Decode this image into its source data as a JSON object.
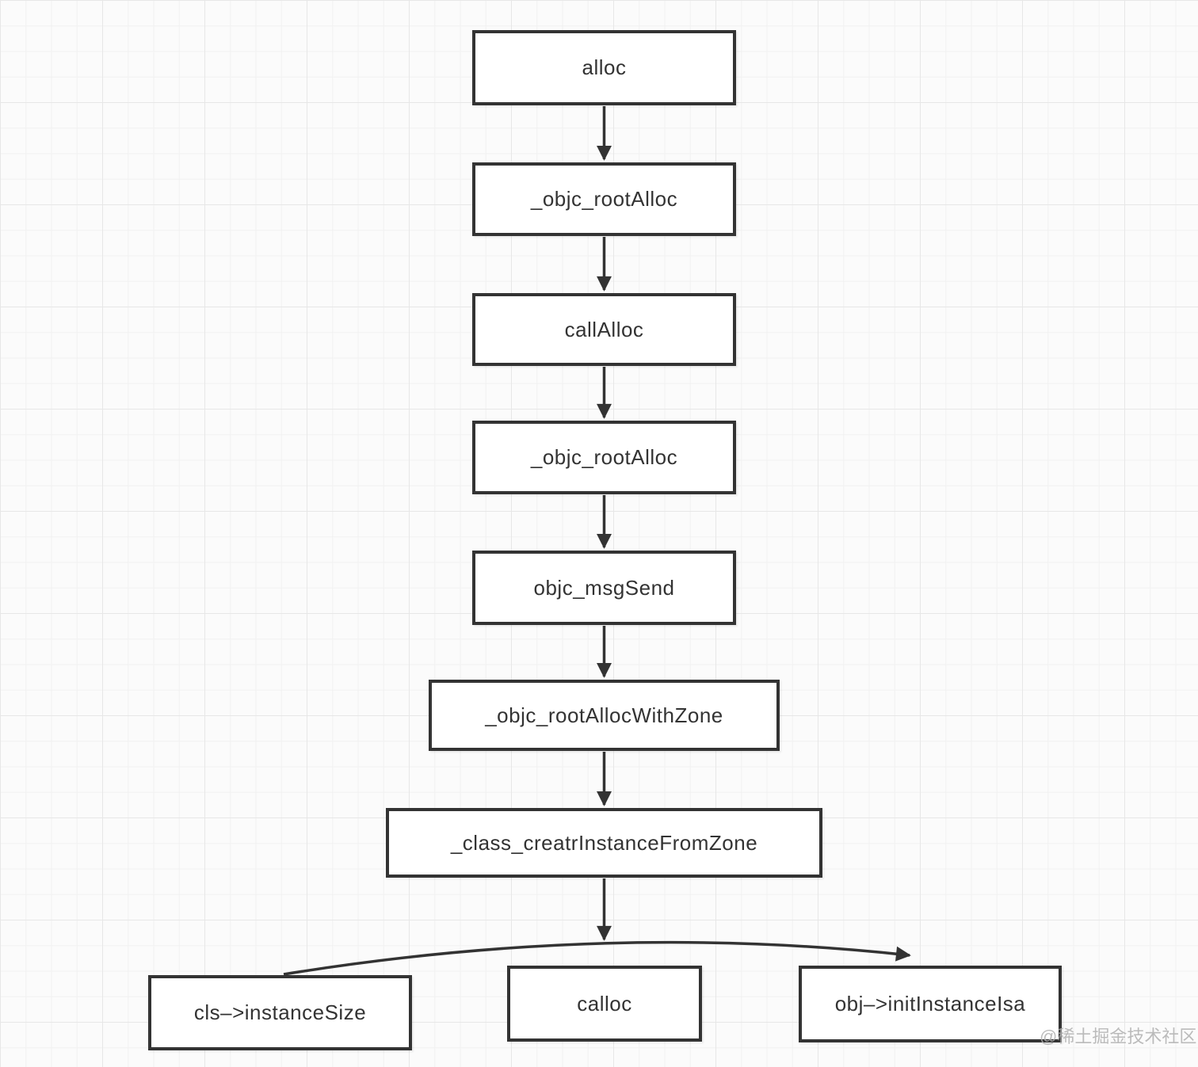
{
  "diagram": {
    "nodes": [
      {
        "id": "alloc",
        "label": "alloc"
      },
      {
        "id": "objc-rootalloc-1",
        "label": "_objc_rootAlloc"
      },
      {
        "id": "callalloc",
        "label": "callAlloc"
      },
      {
        "id": "objc-rootalloc-2",
        "label": "_objc_rootAlloc"
      },
      {
        "id": "objc-msgsend",
        "label": "objc_msgSend"
      },
      {
        "id": "objc-rootallocwithzone",
        "label": "_objc_rootAllocWithZone"
      },
      {
        "id": "class-creatrinstancefromzone",
        "label": "_class_creatrInstanceFromZone"
      },
      {
        "id": "cls-instancesize",
        "label": "cls–>instanceSize"
      },
      {
        "id": "calloc",
        "label": "calloc"
      },
      {
        "id": "obj-initinstanceisa",
        "label": "obj–>initInstanceIsa"
      }
    ],
    "edges": [
      {
        "from": "alloc",
        "to": "objc-rootalloc-1"
      },
      {
        "from": "objc-rootalloc-1",
        "to": "callalloc"
      },
      {
        "from": "callalloc",
        "to": "objc-rootalloc-2"
      },
      {
        "from": "objc-rootalloc-2",
        "to": "objc-msgsend"
      },
      {
        "from": "objc-msgsend",
        "to": "objc-rootallocwithzone"
      },
      {
        "from": "objc-rootallocwithzone",
        "to": "class-creatrinstancefromzone"
      },
      {
        "from": "class-creatrinstancefromzone",
        "to": "cls-instancesize"
      },
      {
        "from": "class-creatrinstancefromzone",
        "to": "calloc"
      },
      {
        "from": "class-creatrinstancefromzone",
        "to": "obj-initinstanceisa"
      }
    ],
    "colors": {
      "node_border": "#333333",
      "node_fill": "#ffffff",
      "text": "#333333",
      "arrow": "#333333",
      "watermark": "#afafaf"
    },
    "watermark": "@稀土掘金技术社区"
  }
}
